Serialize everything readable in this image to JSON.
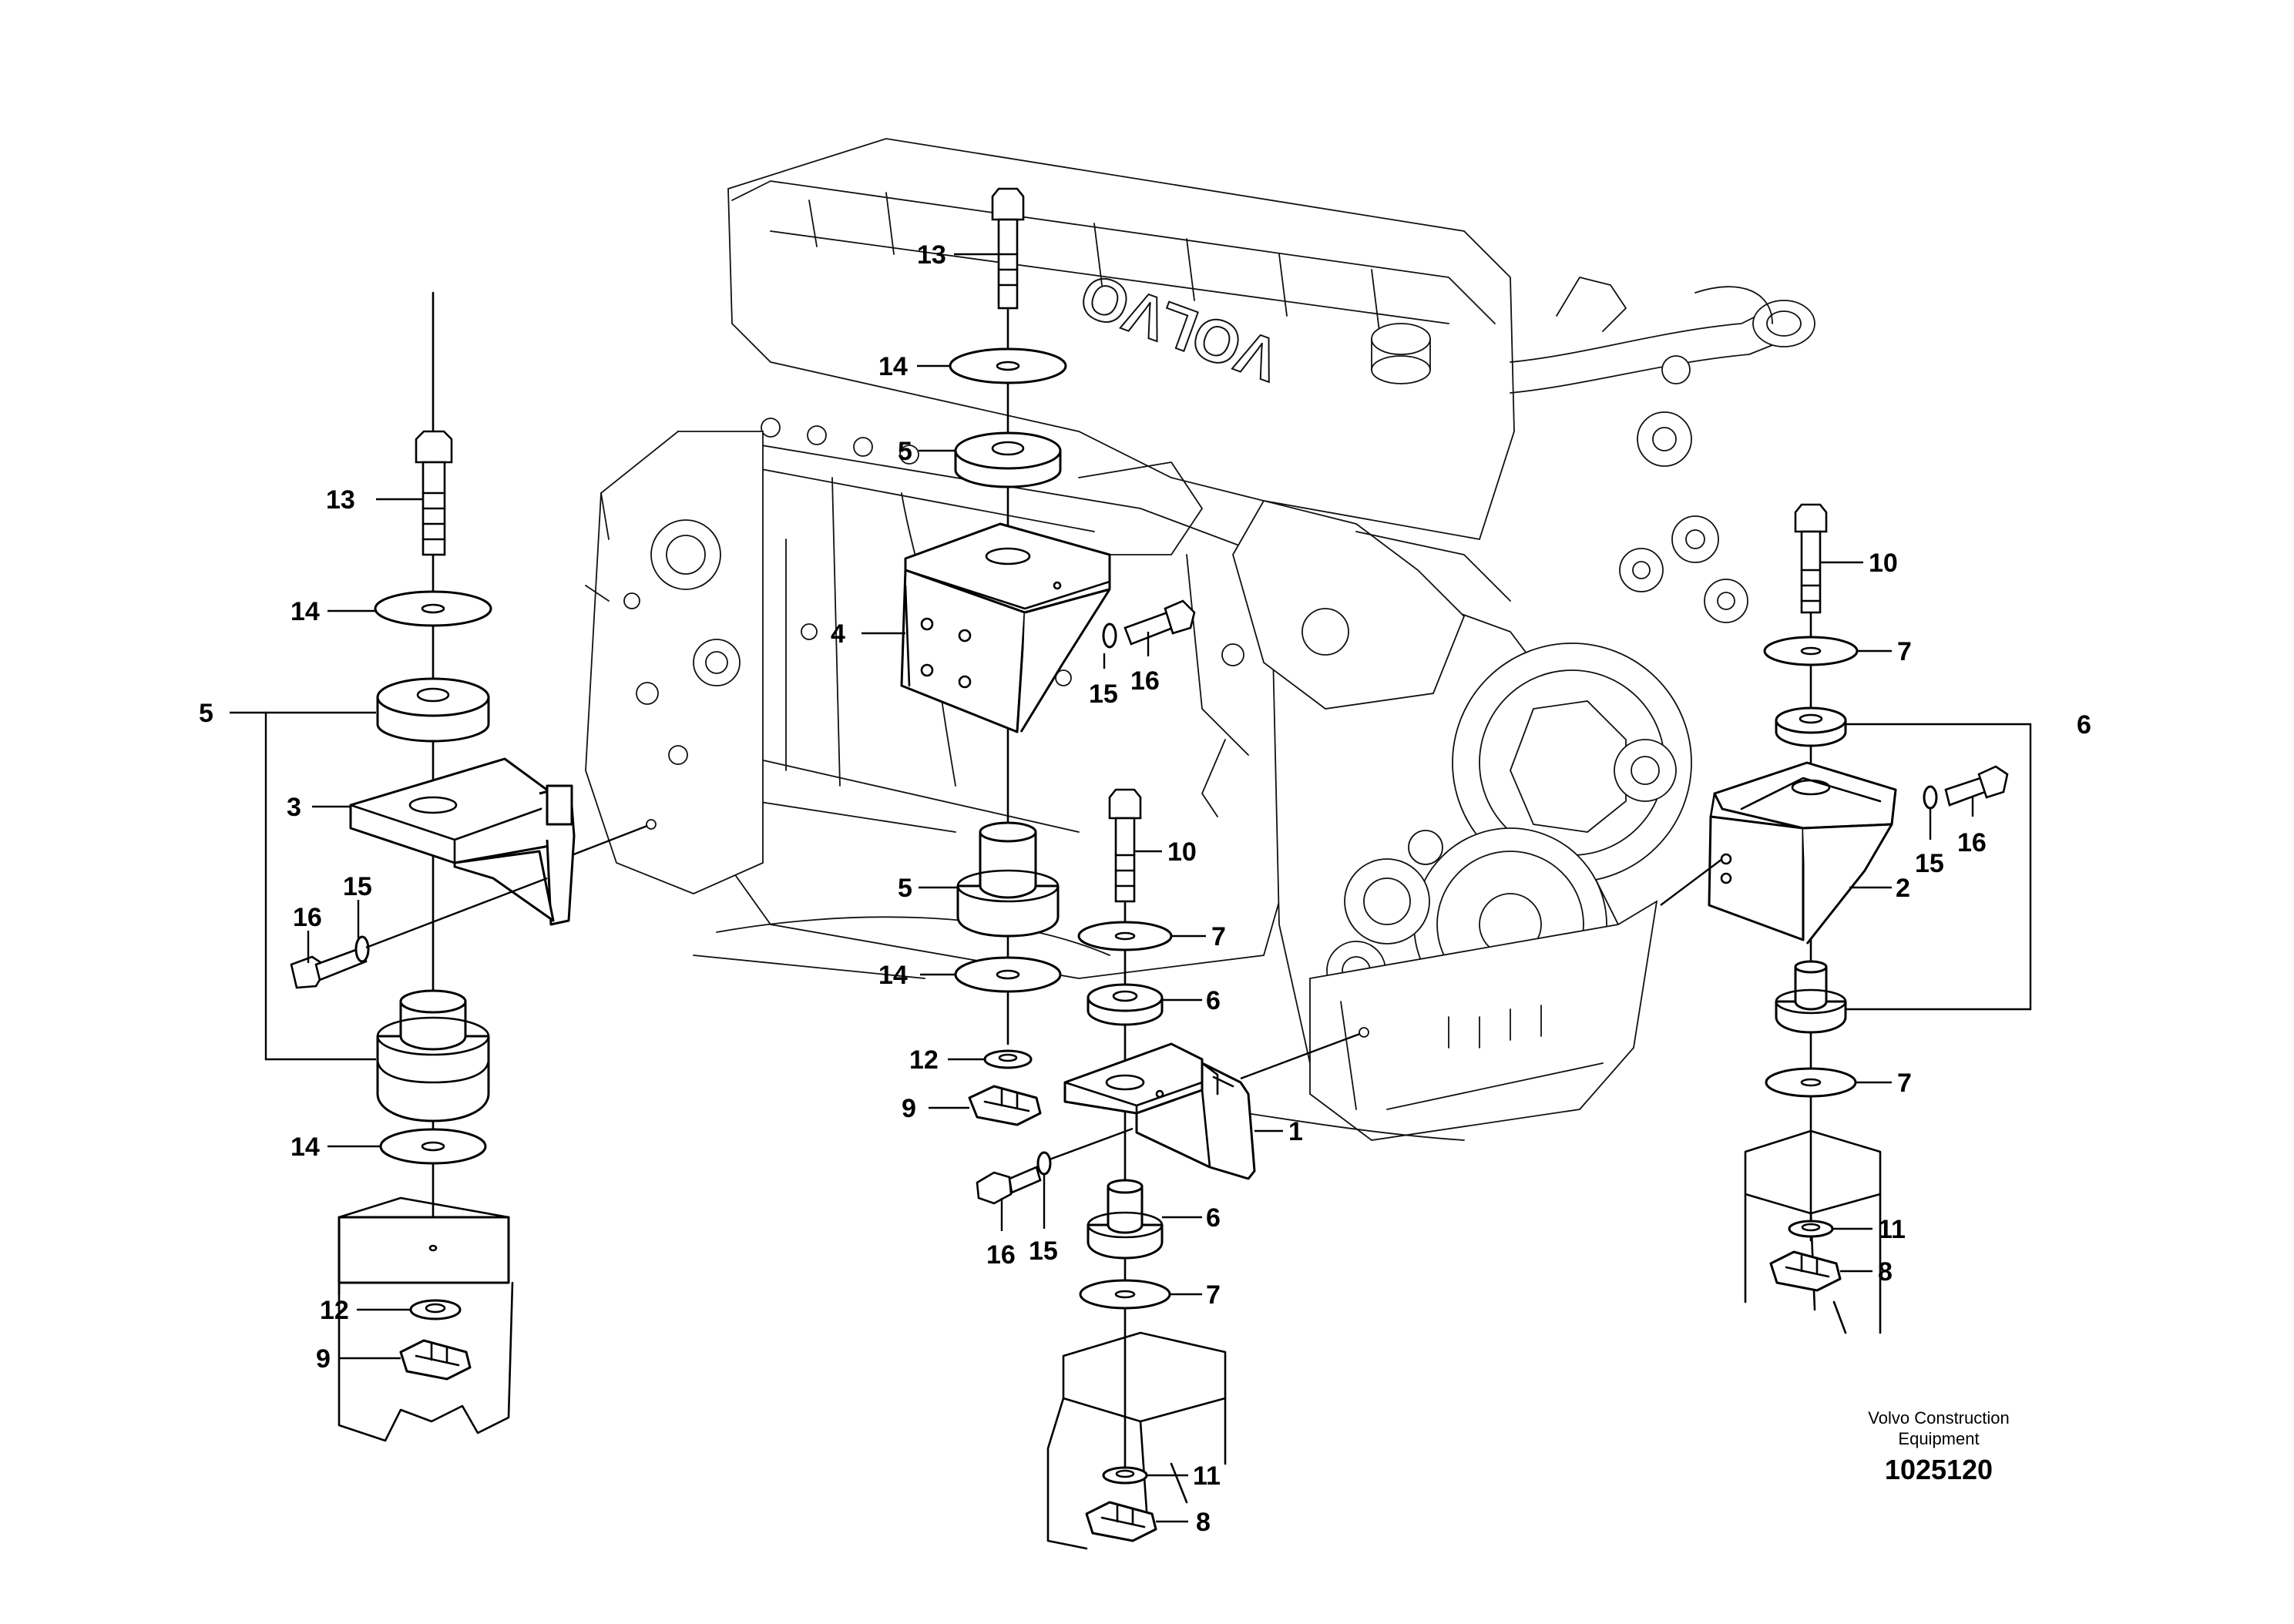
{
  "callouts": {
    "c1": "1",
    "c2": "2",
    "c3": "3",
    "c4": "4",
    "c5a": "5",
    "c5b": "5",
    "c5c": "5",
    "c6a": "6",
    "c6b": "6",
    "c6c": "6",
    "c7a": "7",
    "c7b": "7",
    "c7c": "7",
    "c7d": "7",
    "c8a": "8",
    "c8b": "8",
    "c9a": "9",
    "c9b": "9",
    "c10a": "10",
    "c10b": "10",
    "c11a": "11",
    "c11b": "11",
    "c12a": "12",
    "c12b": "12",
    "c13a": "13",
    "c13b": "13",
    "c14a": "14",
    "c14b": "14",
    "c14c": "14",
    "c14d": "14",
    "c15a": "15",
    "c15b": "15",
    "c15c": "15",
    "c15d": "15",
    "c16a": "16",
    "c16b": "16",
    "c16c": "16",
    "c16d": "16"
  },
  "engine": {
    "brand": "VOLVO"
  },
  "credit": {
    "line1": "Volvo Construction",
    "line2": "Equipment"
  },
  "part_number": "1025120"
}
